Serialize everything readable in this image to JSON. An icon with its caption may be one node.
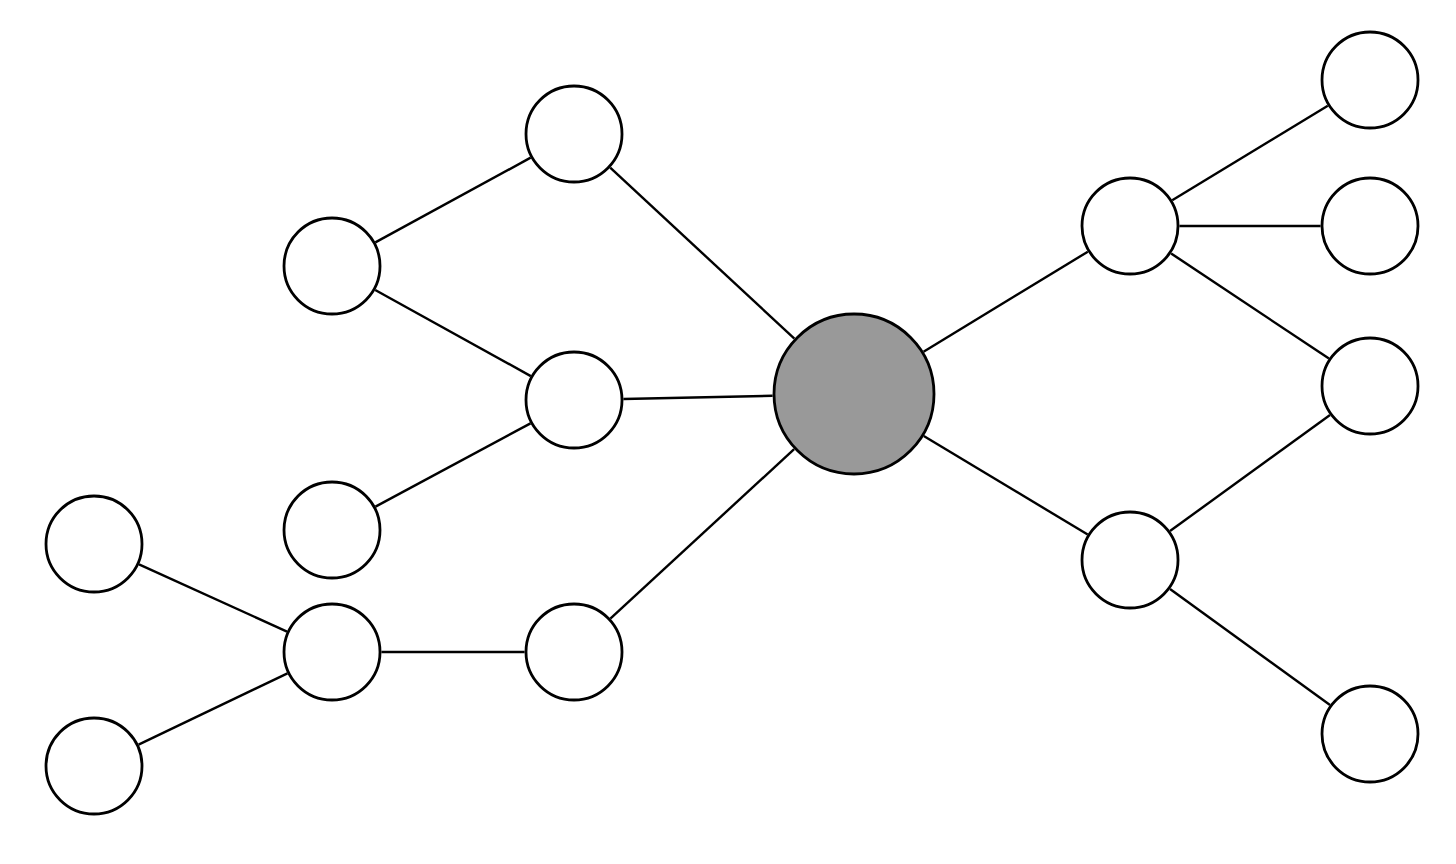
{
  "diagram": {
    "nodes": [
      {
        "text": [],
        "shape": "circle"
      },
      {
        "text": [],
        "shape": "circle"
      },
      {
        "text": [],
        "shape": "circle"
      },
      {
        "text": [],
        "shape": "circle"
      },
      {
        "text": [],
        "shape": "circle"
      },
      {
        "text": [],
        "shape": "circle"
      },
      {
        "text": [],
        "shape": "circle"
      },
      {
        "text": [],
        "shape": "circle"
      },
      {
        "text": [],
        "shape": "circle"
      },
      {
        "text": [],
        "shape": "circle"
      },
      {
        "text": [],
        "shape": "circle"
      },
      {
        "text": [],
        "shape": "circle"
      },
      {
        "text": [],
        "shape": "circle"
      },
      {
        "text": [],
        "shape": "circle"
      },
      {
        "text": [],
        "shape": "circle"
      }
    ],
    "edges": [
      {
        "from": 8,
        "to": 5,
        "arrow": "none"
      },
      {
        "from": 8,
        "to": 6,
        "arrow": "none"
      },
      {
        "from": 8,
        "to": 7,
        "arrow": "none"
      },
      {
        "from": 8,
        "to": 9,
        "arrow": "none"
      },
      {
        "from": 8,
        "to": 10,
        "arrow": "none"
      },
      {
        "from": 5,
        "to": 2,
        "arrow": "none"
      },
      {
        "from": 2,
        "to": 6,
        "arrow": "none"
      },
      {
        "from": 6,
        "to": 3,
        "arrow": "none"
      },
      {
        "from": 7,
        "to": 4,
        "arrow": "none"
      },
      {
        "from": 4,
        "to": 0,
        "arrow": "none"
      },
      {
        "from": 4,
        "to": 1,
        "arrow": "none"
      },
      {
        "from": 9,
        "to": 11,
        "arrow": "none"
      },
      {
        "from": 9,
        "to": 12,
        "arrow": "none"
      },
      {
        "from": 9,
        "to": 13,
        "arrow": "none"
      },
      {
        "from": 10,
        "to": 13,
        "arrow": "none"
      },
      {
        "from": 10,
        "to": 14,
        "arrow": "none"
      }
    ]
  }
}
